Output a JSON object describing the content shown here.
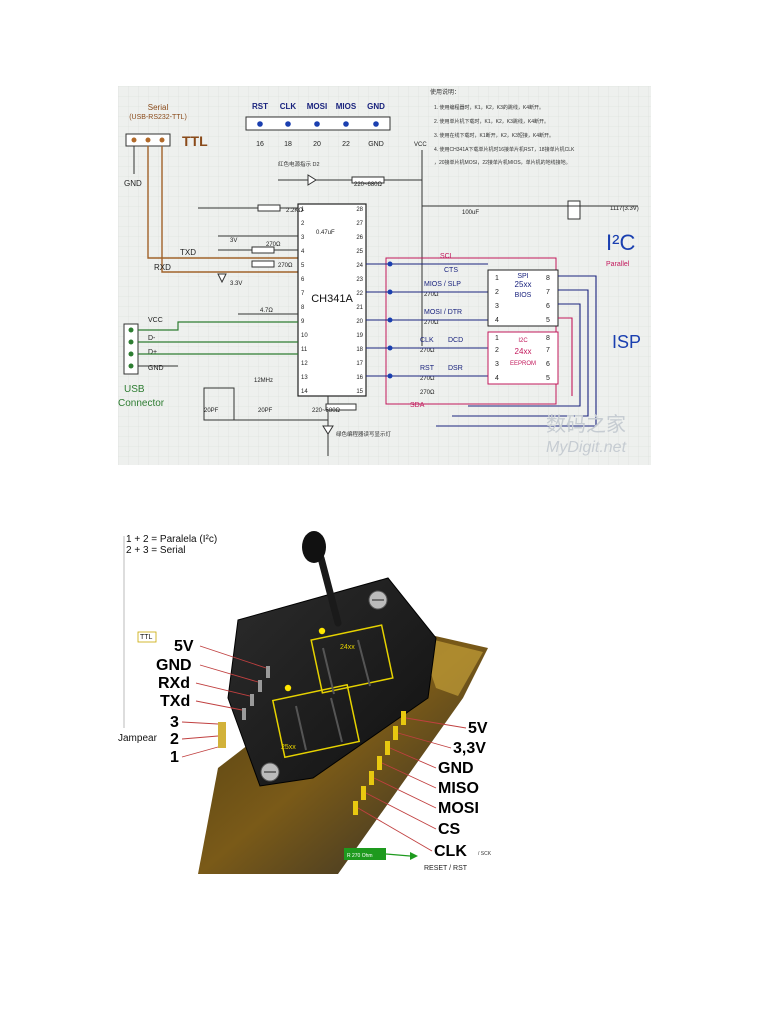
{
  "schematic": {
    "chip": "CH341A",
    "serial_title": "Serial",
    "serial_sub": "(USB-RS232-TTL)",
    "ttl": "TTL",
    "gnd": "GND",
    "txd": "TXD",
    "rxd": "RXD",
    "top_header": {
      "labels": [
        "RST",
        "CLK",
        "MOSI",
        "MIOS",
        "GND"
      ],
      "pins": [
        "16",
        "18",
        "20",
        "22",
        "GND"
      ]
    },
    "usb": {
      "pins": [
        "VCC",
        "D-",
        "D+",
        "GND"
      ],
      "label_line1": "USB",
      "label_line2": "Connector"
    },
    "vcc": "VCC",
    "left_parts": {
      "r_top": "2.2KΩ",
      "r270a": "270Ω",
      "r270b": "270Ω",
      "d3v": "3V",
      "d33": "3.3V",
      "cap": "4.7Ω",
      "crystal": "12MHz",
      "c5": "20PF",
      "c6": "20PF",
      "c3": "0.47uF",
      "r_bottom": "220~680Ω",
      "r_led": "220~680Ω",
      "c1": "100uF",
      "reg": "1117(3.3V)"
    },
    "chip_pins_left": [
      "1",
      "2",
      "3",
      "4",
      "5",
      "6",
      "7",
      "8",
      "9",
      "10",
      "11",
      "12",
      "13",
      "14"
    ],
    "chip_pins_right": [
      "28",
      "27",
      "26",
      "25",
      "24",
      "23",
      "22",
      "21",
      "20",
      "19",
      "18",
      "17",
      "16",
      "15"
    ],
    "signals": {
      "scl": "SCL",
      "cts": "CTS",
      "mios_slp": "MIOS / SLP",
      "mosi_dtr": "MOSI / DTR",
      "clk": "CLK",
      "dcd": "DCD",
      "rst": "RST",
      "dsr": "DSR",
      "sda": "SDA",
      "r1": "270Ω",
      "r2": "270Ω",
      "r3": "270Ω",
      "r4": "270Ω",
      "r5": "270Ω"
    },
    "spi": {
      "line1": "SPI",
      "line2": "25xx",
      "line3": "BIOS",
      "pins_left": [
        "1",
        "2",
        "3",
        "4"
      ],
      "pins_right": [
        "8",
        "7",
        "6",
        "5"
      ]
    },
    "eeprom": {
      "line1": "I2C",
      "line2": "24xx",
      "line3": "EEPROM",
      "pins_left": [
        "1",
        "2",
        "3",
        "4"
      ],
      "pins_right": [
        "8",
        "7",
        "6",
        "5"
      ]
    },
    "i2c_big": "I²C",
    "parallel": "Parallel",
    "isp": "ISP",
    "watermark_cn": "数码之家",
    "watermark_url": "MyDigit.net",
    "notes_title": "使用说明：",
    "notes": [
      "1. 使用编程器时，K1，K2，K3的跳线，K4断开。",
      "2. 使用单片机下载时，K1，K2，K3跳线，K4断开。",
      "3. 使用在线下载时，K1断开，K2，K3短接，K4断开。",
      "4. 使用CH341A下载单片机时16接单片机RST，18接单片机CLK",
      "，20接单片机MOSI，22接单片机MIOS，单片机的地线接地。"
    ],
    "led_top_note": "红色电源指示 D2",
    "led_bottom_note": "绿色编程器读写显示灯"
  },
  "photo": {
    "jumper_line1": "1 + 2 = Paralela (I²c)",
    "jumper_line2": "2 + 3 = Serial",
    "ttl": "TTL",
    "left_pins": [
      "5V",
      "GND",
      "RXd",
      "TXd"
    ],
    "jumper_label": "Jampear",
    "jumper_pins": [
      "3",
      "2",
      "1"
    ],
    "right_pins": [
      "5V",
      "3,3V",
      "GND",
      "MISO",
      "MOSI",
      "CS",
      "CLK"
    ],
    "chip_24": "24xx",
    "chip_25": "25xx",
    "reset": "RESET / RST",
    "clk_note": "/ SCK",
    "green_box": "R 270 Ohm"
  }
}
